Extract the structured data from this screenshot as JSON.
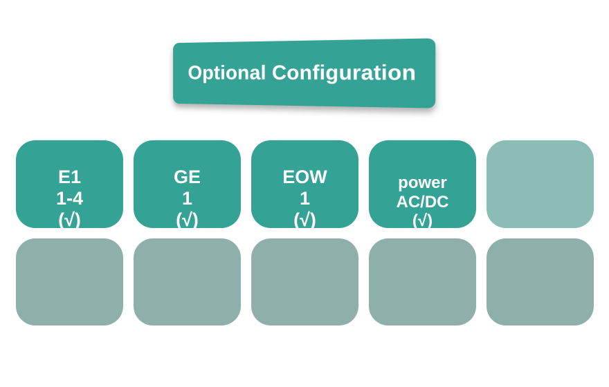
{
  "banner": {
    "title": "Optional Configuration"
  },
  "cards": {
    "row1": [
      {
        "name": "e1",
        "lines": [
          "E1",
          "1-4",
          "(√)"
        ]
      },
      {
        "name": "ge",
        "lines": [
          "GE",
          "1",
          "(√)"
        ]
      },
      {
        "name": "eow",
        "lines": [
          "EOW",
          "1",
          "(√)"
        ]
      },
      {
        "name": "power",
        "lines": [
          "power",
          "AC/DC",
          "(√)"
        ]
      },
      {
        "name": "empty",
        "lines": []
      }
    ],
    "row2": [
      {
        "name": "empty",
        "lines": []
      },
      {
        "name": "empty",
        "lines": []
      },
      {
        "name": "empty",
        "lines": []
      },
      {
        "name": "empty",
        "lines": []
      },
      {
        "name": "empty",
        "lines": []
      }
    ]
  },
  "colors": {
    "teal": "#35A296",
    "light_teal": "#8CBCB6",
    "sage": "#8FB0AA",
    "text_on_teal": "#FFFFFF",
    "background": "#FFFFFF"
  }
}
